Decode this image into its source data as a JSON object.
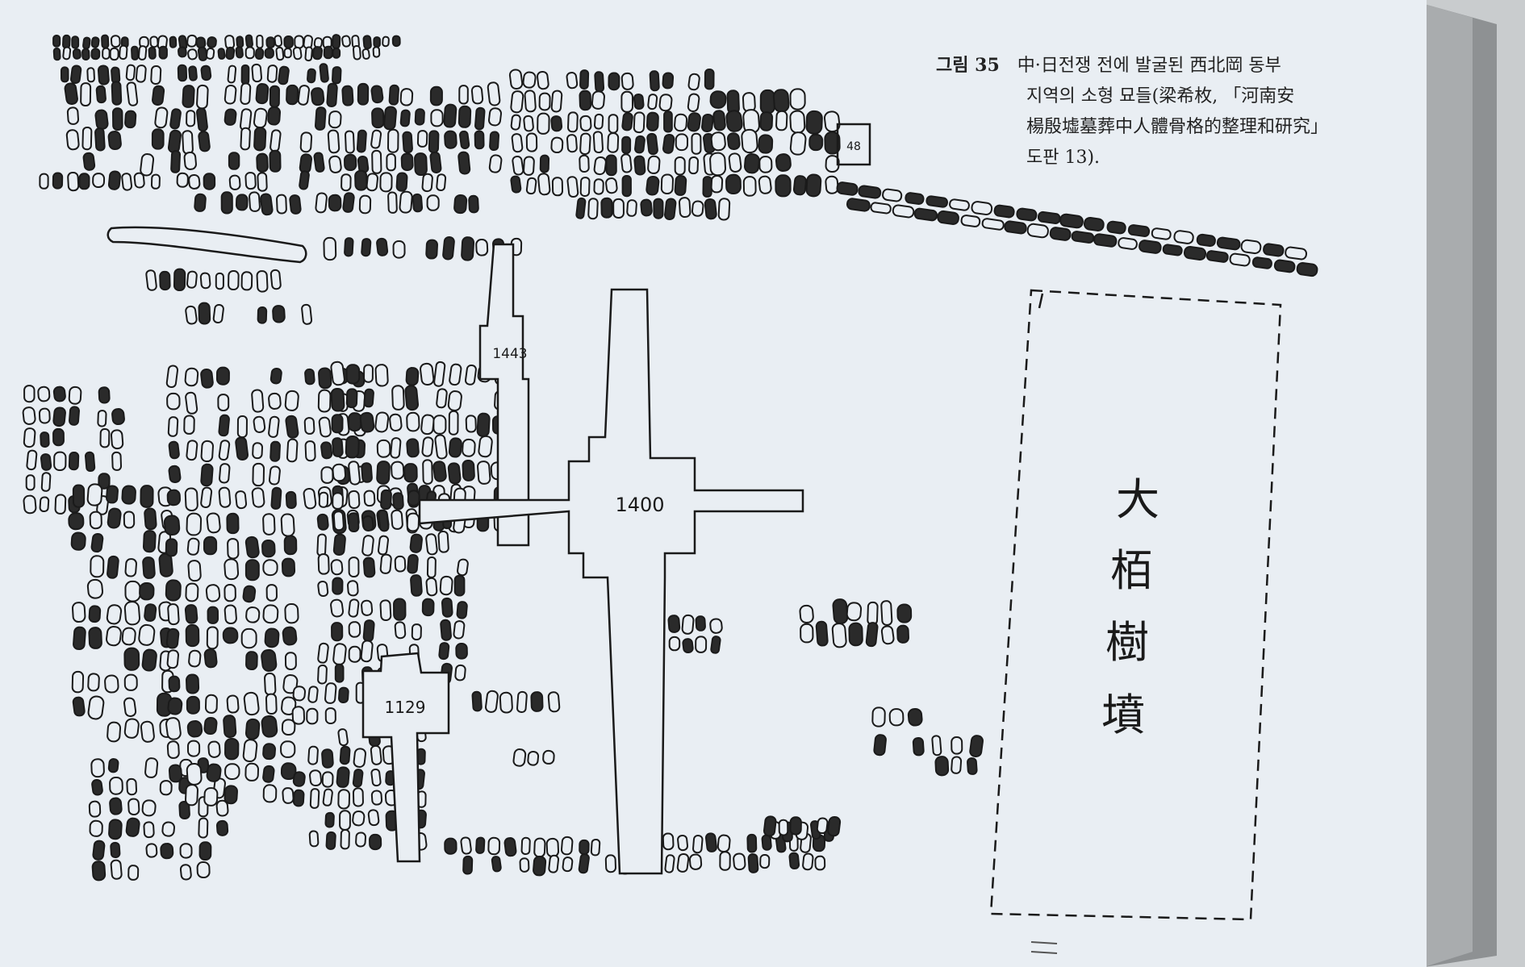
{
  "caption": {
    "figure_label": "그림 35",
    "lines": [
      "中·日전쟁 전에 발굴된 西北岡 동부",
      "지역의 소형 묘들(梁希枚, 「河南安",
      "楊殷墟墓葬中人體骨格的整理和研究」",
      "도판 13)."
    ]
  },
  "map": {
    "tomb_labels": {
      "t1443": "1443",
      "t1400": "1400",
      "t1129": "1129",
      "small_box": "48"
    },
    "mound_label": [
      "大",
      "栢",
      "樹",
      "墳"
    ]
  },
  "colors": {
    "paper": "#e9eef3",
    "ink": "#1a1a1a",
    "page_edge": "#b7babc"
  }
}
